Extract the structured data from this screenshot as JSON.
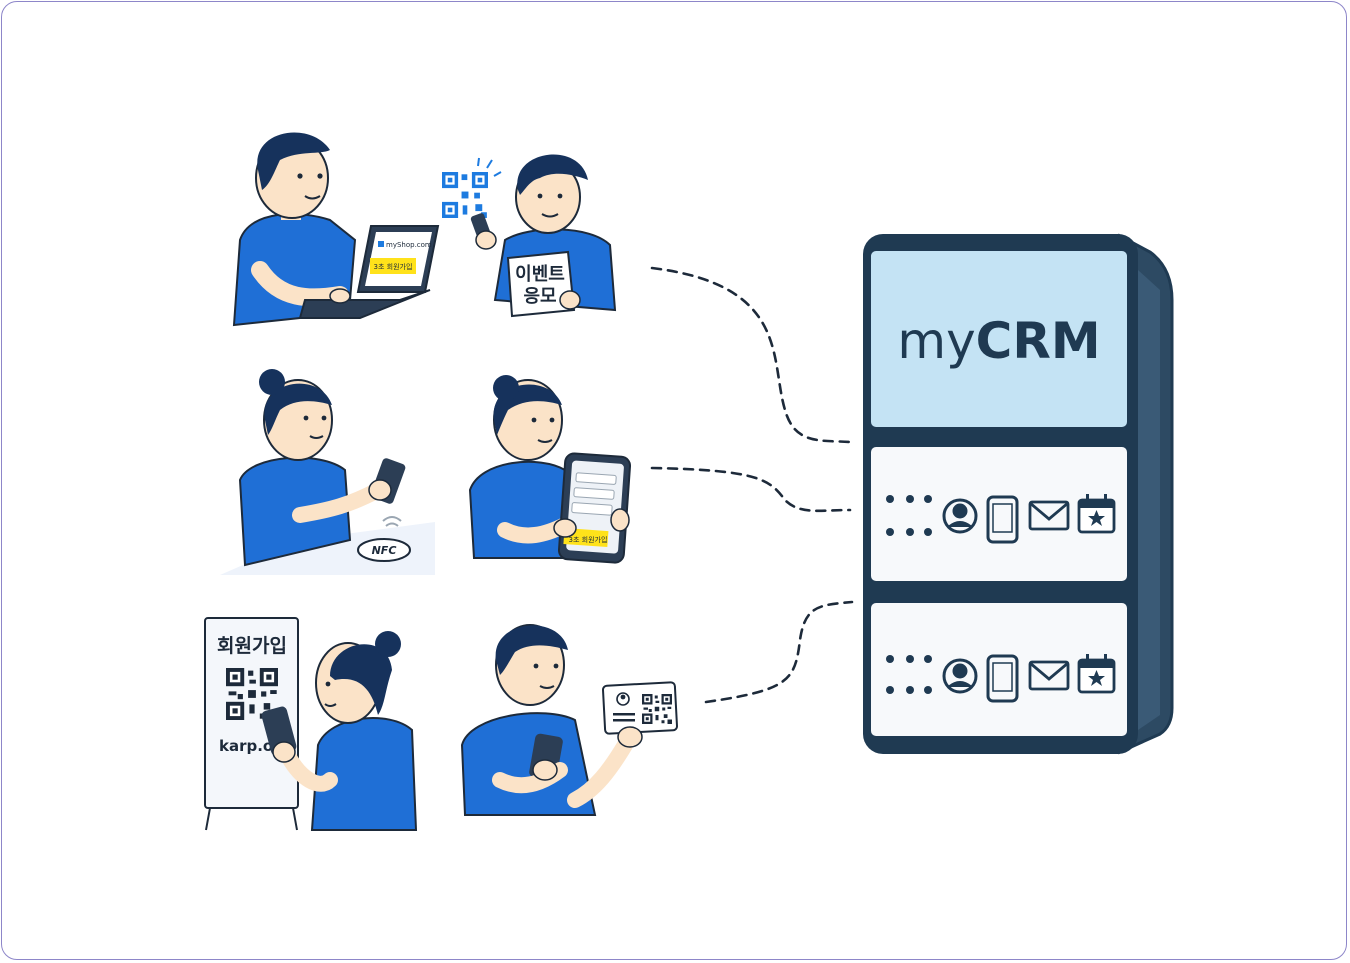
{
  "server": {
    "brand_prefix": "my",
    "brand_bold": "CRM",
    "units": [
      {
        "icons": [
          "dots-icon",
          "user-icon",
          "mobile-icon",
          "mail-icon",
          "calendar-star-icon"
        ]
      },
      {
        "icons": [
          "dots-icon",
          "user-icon",
          "mobile-icon",
          "mail-icon",
          "calendar-star-icon"
        ]
      }
    ]
  },
  "scenes": {
    "laptop": {
      "site": "myShop.com",
      "badge": "3초 회원가입"
    },
    "event": {
      "sign_line1": "이벤트",
      "sign_line2": "응모"
    },
    "nfc": {
      "tag": "NFC"
    },
    "phone_form": {
      "badge": "3초 회원가입"
    },
    "standee": {
      "title": "회원가입",
      "url": "karp.or"
    }
  },
  "colors": {
    "shirt": "#1f6fd6",
    "hair": "#16325c",
    "skin": "#fbe3c8",
    "server_dark": "#1f3a52",
    "screen": "#c4e3f4",
    "badge": "#ffe21a",
    "qr_blue": "#1d7be0"
  }
}
